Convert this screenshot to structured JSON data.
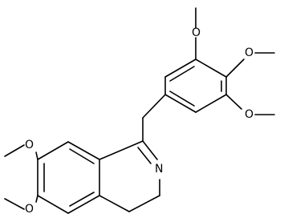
{
  "diagram": {
    "atoms": {
      "nitrogen": "N",
      "oxygen_top_meta": "O",
      "oxygen_para": "O",
      "oxygen_bottom_meta": "O",
      "oxygen_c7": "O",
      "oxygen_c6": "O"
    }
  }
}
